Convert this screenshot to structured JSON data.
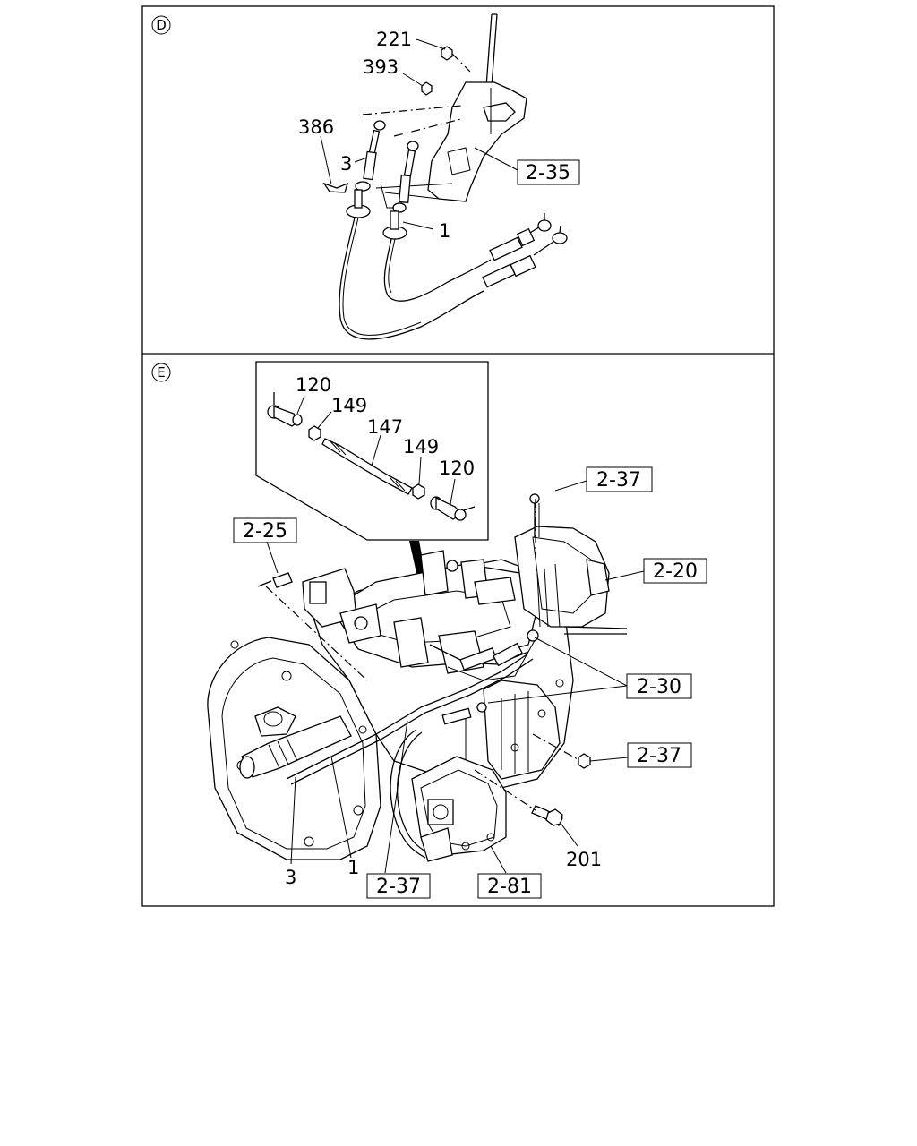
{
  "panels": [
    {
      "id": "D",
      "marker": "D",
      "labels": [
        "221",
        "393",
        "386",
        "3",
        "1"
      ],
      "refs": [
        "2-35"
      ]
    },
    {
      "id": "E",
      "marker": "E",
      "labels": [
        "120",
        "149",
        "147",
        "149",
        "120",
        "201",
        "3",
        "1"
      ],
      "refs": [
        "2-37",
        "2-25",
        "2-20",
        "2-30",
        "2-37",
        "2-37",
        "2-81"
      ]
    }
  ]
}
